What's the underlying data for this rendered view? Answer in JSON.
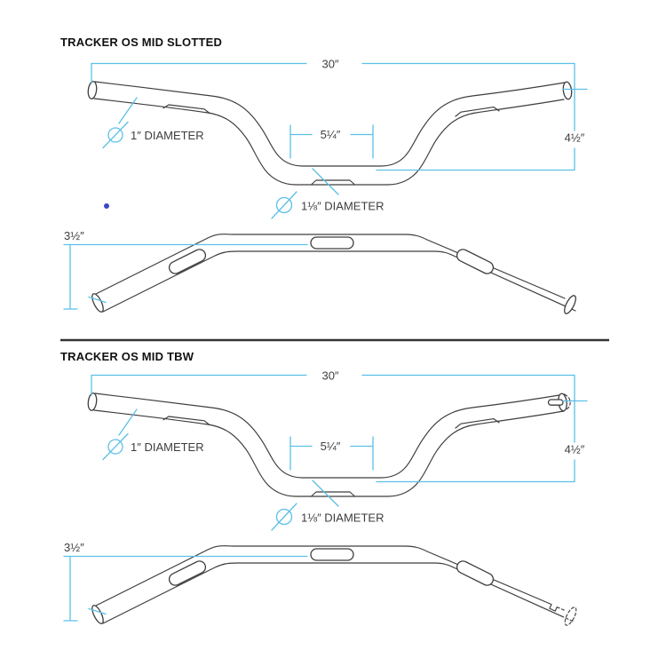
{
  "diagram": {
    "sections": [
      {
        "title": "TRACKER OS MID SLOTTED"
      },
      {
        "title": "TRACKER OS MID TBW"
      }
    ],
    "dims": {
      "overall_width": "30″",
      "center_width": "5¼″",
      "rise": "4½″",
      "pullback": "3½″",
      "grip_diameter": "1″ DIAMETER",
      "center_diameter": "1⅛″ DIAMETER"
    },
    "colors": {
      "dimension_blue": "#5bc0e6",
      "drawing_line": "#3d3d3d",
      "text": "#3d3d3d",
      "title_text": "#111111",
      "divider": "#333333",
      "accent_dot": "#3b46c6"
    }
  }
}
